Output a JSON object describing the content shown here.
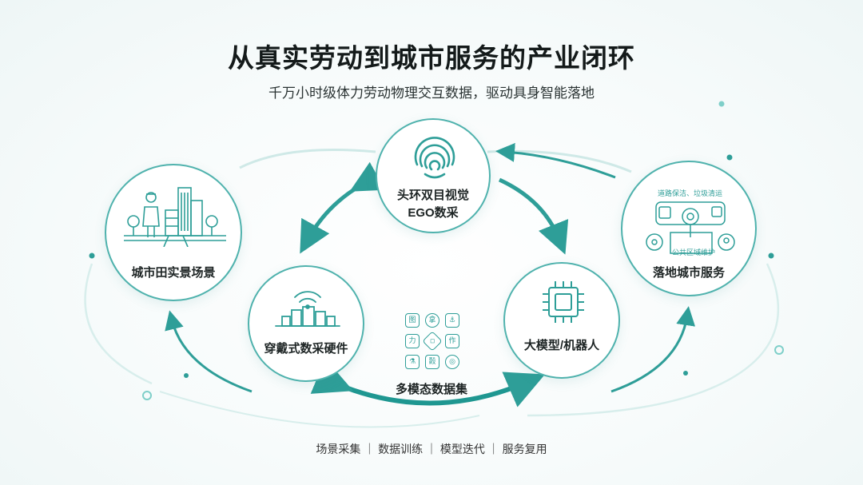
{
  "header": {
    "title": "从真实劳动到城市服务的产业闭环",
    "subtitle": "千万小时级体力劳动物理交互数据，驱动具身智能落地"
  },
  "nodes": {
    "head_camera": {
      "line1": "头环双目视觉",
      "line2": "EGO数采",
      "icon": "fingerprint-ring-icon"
    },
    "city_field": {
      "label": "城市田实景场景",
      "icon": "city-worker-icon"
    },
    "wearable": {
      "label": "穿戴式数采硬件",
      "icon": "wireless-city-icon"
    },
    "model_robot": {
      "label": "大模型/机器人",
      "icon": "chip-icon"
    },
    "city_service": {
      "label": "落地城市服务",
      "icon": "city-service-icon",
      "tag_top": "道路保洁、垃圾清运",
      "tag_bottom": "公共区域维护"
    }
  },
  "multimodal": {
    "label": "多模态数据集",
    "cells": [
      "图",
      "拿",
      "⚓",
      "力",
      "◇",
      "作",
      "⚗",
      "㲉",
      "◎"
    ]
  },
  "footer": {
    "flow": "场景采集 ｜ 数据训练 ｜ 模型迭代 ｜ 服务复用"
  },
  "colors": {
    "accent": "#2e9e98",
    "ring": "#4fb2ad",
    "title": "#141a1a"
  }
}
